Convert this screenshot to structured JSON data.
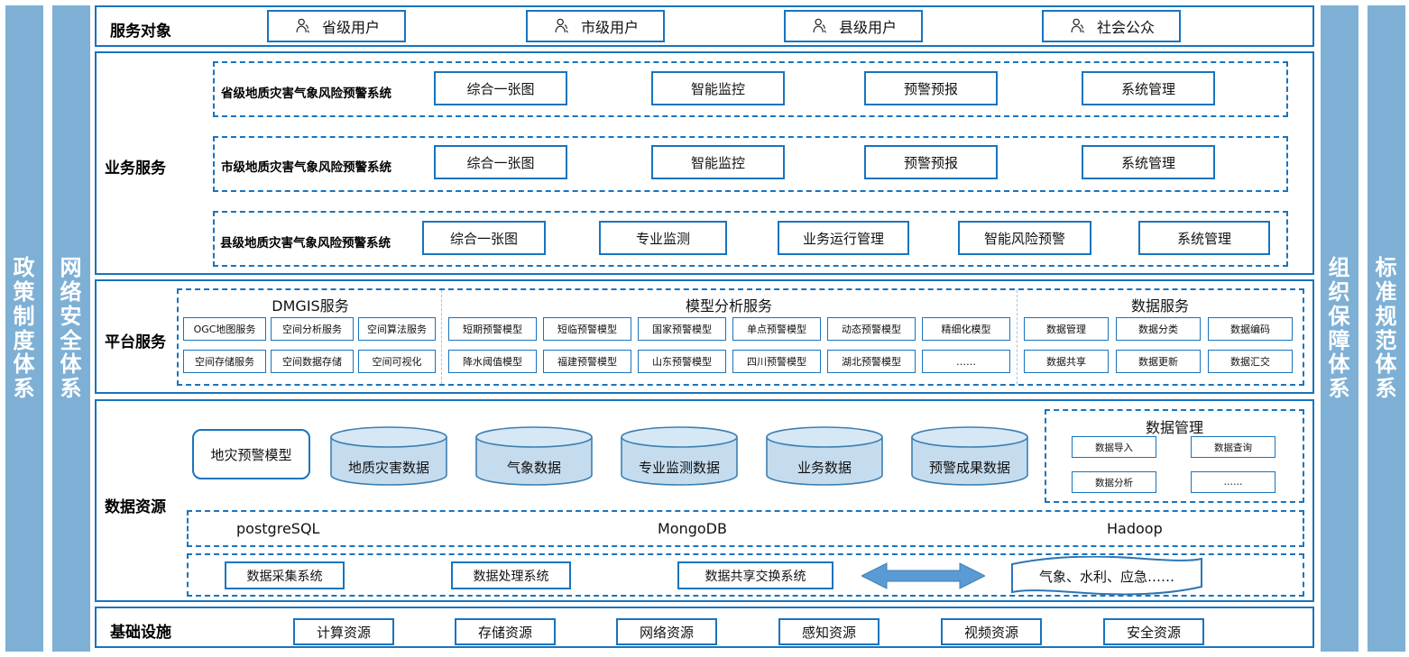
{
  "side_bars": {
    "left": [
      {
        "name": "policy-system",
        "text": "政策制度体系"
      },
      {
        "name": "network-security-system",
        "text": "网络安全体系"
      }
    ],
    "right": [
      {
        "name": "organization-guarantee-system",
        "text": "组织保障体系"
      },
      {
        "name": "standard-specification-system",
        "text": "标准规范体系"
      }
    ]
  },
  "colors": {
    "bar_fill": "#7EB0D5",
    "frame_border": "#1874BF",
    "cylinder_fill": "#C5DCEF",
    "arrow_fill": "#5B9BD5"
  },
  "service_objects": {
    "label": "服务对象",
    "items": [
      {
        "icon": "person-icon",
        "label": "省级用户"
      },
      {
        "icon": "person-icon",
        "label": "市级用户"
      },
      {
        "icon": "person-icon",
        "label": "县级用户"
      },
      {
        "icon": "person-icon",
        "label": "社会公众"
      }
    ]
  },
  "business_services": {
    "label": "业务服务",
    "rows": [
      {
        "system": "省级地质灾害气象风险预警系统",
        "modules": [
          "综合一张图",
          "智能监控",
          "预警预报",
          "系统管理"
        ]
      },
      {
        "system": "市级地质灾害气象风险预警系统",
        "modules": [
          "综合一张图",
          "智能监控",
          "预警预报",
          "系统管理"
        ]
      },
      {
        "system": "县级地质灾害气象风险预警系统",
        "modules": [
          "综合一张图",
          "专业监测",
          "业务运行管理",
          "智能风险预警",
          "系统管理"
        ]
      }
    ]
  },
  "platform_services": {
    "label": "平台服务",
    "groups": [
      {
        "title": "DMGIS服务",
        "row1": [
          "OGC地图服务",
          "空间分析服务",
          "空间算法服务"
        ],
        "row2": [
          "空间存储服务",
          "空间数据存储",
          "空间可视化"
        ]
      },
      {
        "title": "模型分析服务",
        "row1": [
          "短期预警模型",
          "短临预警模型",
          "国家预警模型",
          "单点预警模型",
          "动态预警模型",
          "精细化模型"
        ],
        "row2": [
          "降水阈值模型",
          "福建预警模型",
          "山东预警模型",
          "四川预警模型",
          "湖北预警模型",
          "……"
        ]
      },
      {
        "title": "数据服务",
        "row1": [
          "数据管理",
          "数据分类",
          "数据编码"
        ],
        "row2": [
          "数据共享",
          "数据更新",
          "数据汇交"
        ]
      }
    ]
  },
  "data_resources": {
    "label": "数据资源",
    "model_box": "地灾预警模型",
    "cylinders": [
      "地质灾害数据",
      "气象数据",
      "专业监测数据",
      "业务数据",
      "预警成果数据"
    ],
    "data_management": {
      "title": "数据管理",
      "items": [
        "数据导入",
        "数据查询",
        "数据分析",
        "……"
      ]
    },
    "storage_row": [
      "postgreSQL",
      "MongoDB",
      "Hadoop"
    ],
    "systems_row": [
      "数据采集系统",
      "数据处理系统",
      "数据共享交换系统"
    ],
    "arrow": "bidirectional-arrow",
    "external": "气象、水利、应急……"
  },
  "infrastructure": {
    "label": "基础设施",
    "items": [
      "计算资源",
      "存储资源",
      "网络资源",
      "感知资源",
      "视频资源",
      "安全资源"
    ]
  }
}
